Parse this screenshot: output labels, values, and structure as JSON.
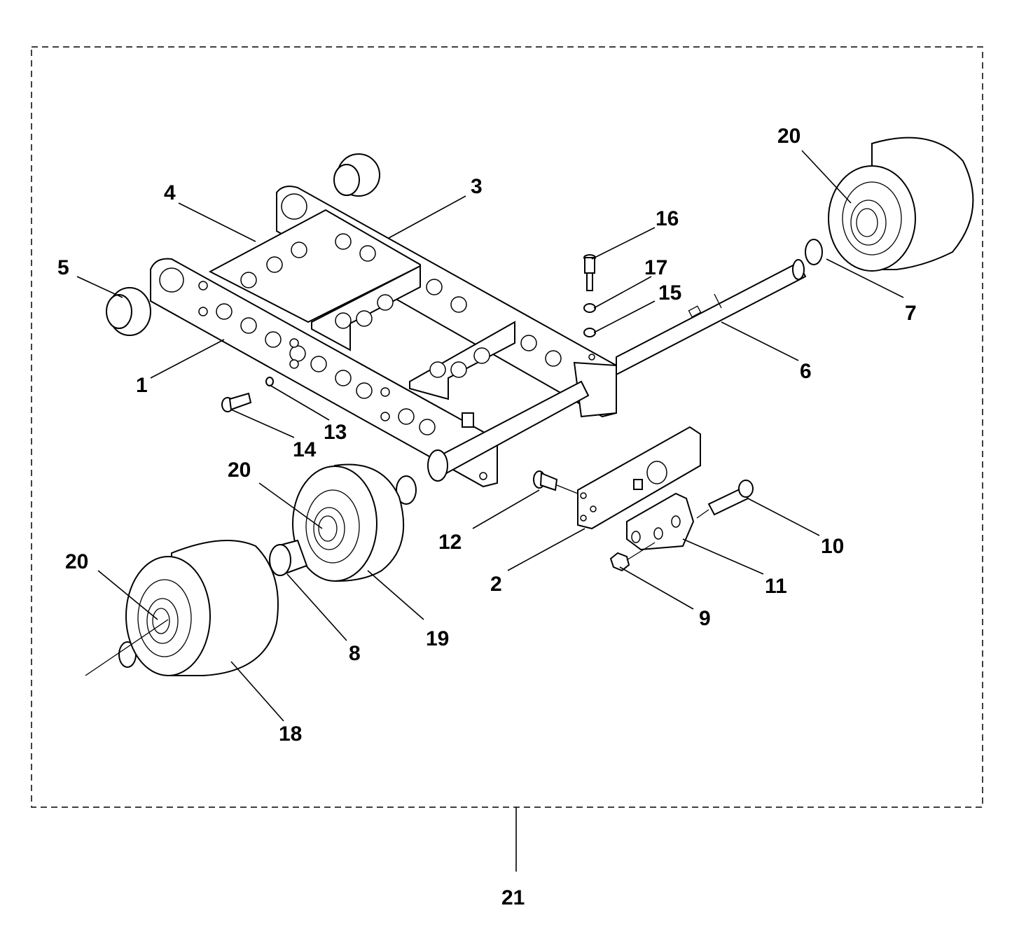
{
  "diagram": {
    "assembly_callout": "21",
    "callouts": [
      {
        "id": "c1",
        "label": "1"
      },
      {
        "id": "c2",
        "label": "2"
      },
      {
        "id": "c3",
        "label": "3"
      },
      {
        "id": "c4",
        "label": "4"
      },
      {
        "id": "c5",
        "label": "5"
      },
      {
        "id": "c6",
        "label": "6"
      },
      {
        "id": "c7",
        "label": "7"
      },
      {
        "id": "c8",
        "label": "8"
      },
      {
        "id": "c9",
        "label": "9"
      },
      {
        "id": "c10",
        "label": "10"
      },
      {
        "id": "c11",
        "label": "11"
      },
      {
        "id": "c12",
        "label": "12"
      },
      {
        "id": "c13",
        "label": "13"
      },
      {
        "id": "c14",
        "label": "14"
      },
      {
        "id": "c15",
        "label": "15"
      },
      {
        "id": "c16",
        "label": "16"
      },
      {
        "id": "c17",
        "label": "17"
      },
      {
        "id": "c18",
        "label": "18"
      },
      {
        "id": "c19",
        "label": "19"
      },
      {
        "id": "c20a",
        "label": "20"
      },
      {
        "id": "c20b",
        "label": "20"
      },
      {
        "id": "c20c",
        "label": "20"
      }
    ]
  }
}
